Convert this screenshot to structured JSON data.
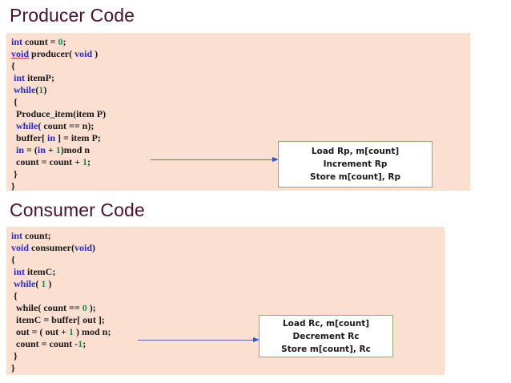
{
  "slide": {
    "background_color": "#ffffff",
    "panel_color": "#fbe0d2",
    "title_color": "#4a1030",
    "keyword_color": "#2a2ad0",
    "number_color": "#1f8a4c",
    "box_border_color": "#8aab72",
    "arrow_color": "#3552c0"
  },
  "producer": {
    "title": "Producer Code",
    "code_lines": [
      [
        {
          "t": "int",
          "c": "kw"
        },
        {
          "t": " count = ",
          "c": "id"
        },
        {
          "t": "0",
          "c": "num"
        },
        {
          "t": ";",
          "c": "id"
        }
      ],
      [
        {
          "t": "void",
          "c": "misspelled"
        },
        {
          "t": " producer( ",
          "c": "id"
        },
        {
          "t": "void",
          "c": "kw"
        },
        {
          "t": " )",
          "c": "id"
        }
      ],
      [
        {
          "t": "{",
          "c": "id"
        }
      ],
      [
        {
          "t": " ",
          "c": "id"
        },
        {
          "t": "int",
          "c": "kw"
        },
        {
          "t": " itemP;",
          "c": "id"
        }
      ],
      [
        {
          "t": " ",
          "c": "id"
        },
        {
          "t": "while",
          "c": "kw"
        },
        {
          "t": "(",
          "c": "id"
        },
        {
          "t": "1",
          "c": "num"
        },
        {
          "t": ")",
          "c": "id"
        }
      ],
      [
        {
          "t": " {",
          "c": "id"
        }
      ],
      [
        {
          "t": "  Produce_item(item P)",
          "c": "id"
        }
      ],
      [
        {
          "t": "  ",
          "c": "id"
        },
        {
          "t": "while",
          "c": "kw"
        },
        {
          "t": "( count == n);",
          "c": "id"
        }
      ],
      [
        {
          "t": "  buffer[ ",
          "c": "id"
        },
        {
          "t": "in",
          "c": "kw"
        },
        {
          "t": " ] = item P;",
          "c": "id"
        }
      ],
      [
        {
          "t": "  ",
          "c": "id"
        },
        {
          "t": "in",
          "c": "kw"
        },
        {
          "t": " = (",
          "c": "id"
        },
        {
          "t": "in",
          "c": "kw"
        },
        {
          "t": " + ",
          "c": "id"
        },
        {
          "t": "1",
          "c": "num"
        },
        {
          "t": ")mod n",
          "c": "id"
        }
      ],
      [
        {
          "t": "  count = count + ",
          "c": "id"
        },
        {
          "t": "1",
          "c": "num"
        },
        {
          "t": ";",
          "c": "id"
        }
      ],
      [
        {
          "t": " }",
          "c": "id"
        }
      ],
      [
        {
          "t": "}",
          "c": "id"
        }
      ]
    ],
    "asm_lines": [
      "Load Rp, m[count]",
      "Increment Rp",
      "Store m[count], Rp"
    ]
  },
  "consumer": {
    "title": "Consumer Code",
    "code_lines": [
      [
        {
          "t": "int",
          "c": "kw"
        },
        {
          "t": " count;",
          "c": "id"
        }
      ],
      [
        {
          "t": "void",
          "c": "kw"
        },
        {
          "t": " consumer(",
          "c": "id"
        },
        {
          "t": "void",
          "c": "kw"
        },
        {
          "t": ")",
          "c": "id"
        }
      ],
      [
        {
          "t": "{",
          "c": "id"
        }
      ],
      [
        {
          "t": " ",
          "c": "id"
        },
        {
          "t": "int",
          "c": "kw"
        },
        {
          "t": " itemC;",
          "c": "id"
        }
      ],
      [
        {
          "t": " ",
          "c": "id"
        },
        {
          "t": "while",
          "c": "kw"
        },
        {
          "t": "( ",
          "c": "id"
        },
        {
          "t": "1",
          "c": "num"
        },
        {
          "t": " )",
          "c": "id"
        }
      ],
      [
        {
          "t": " {",
          "c": "id"
        }
      ],
      [
        {
          "t": "  while( count == ",
          "c": "id"
        },
        {
          "t": "0",
          "c": "num"
        },
        {
          "t": " );",
          "c": "id"
        }
      ],
      [
        {
          "t": "  itemC = buffer[ out ];",
          "c": "id"
        }
      ],
      [
        {
          "t": "  out = ( out + ",
          "c": "id"
        },
        {
          "t": "1",
          "c": "num"
        },
        {
          "t": " ) mod n;",
          "c": "id"
        }
      ],
      [
        {
          "t": "  count = count -",
          "c": "id"
        },
        {
          "t": "1",
          "c": "num"
        },
        {
          "t": ";",
          "c": "id"
        }
      ],
      [
        {
          "t": " }",
          "c": "id"
        }
      ],
      [
        {
          "t": "}",
          "c": "id"
        }
      ]
    ],
    "asm_lines": [
      "Load Rc, m[count]",
      "Decrement Rc",
      "Store m[count], Rc"
    ]
  }
}
